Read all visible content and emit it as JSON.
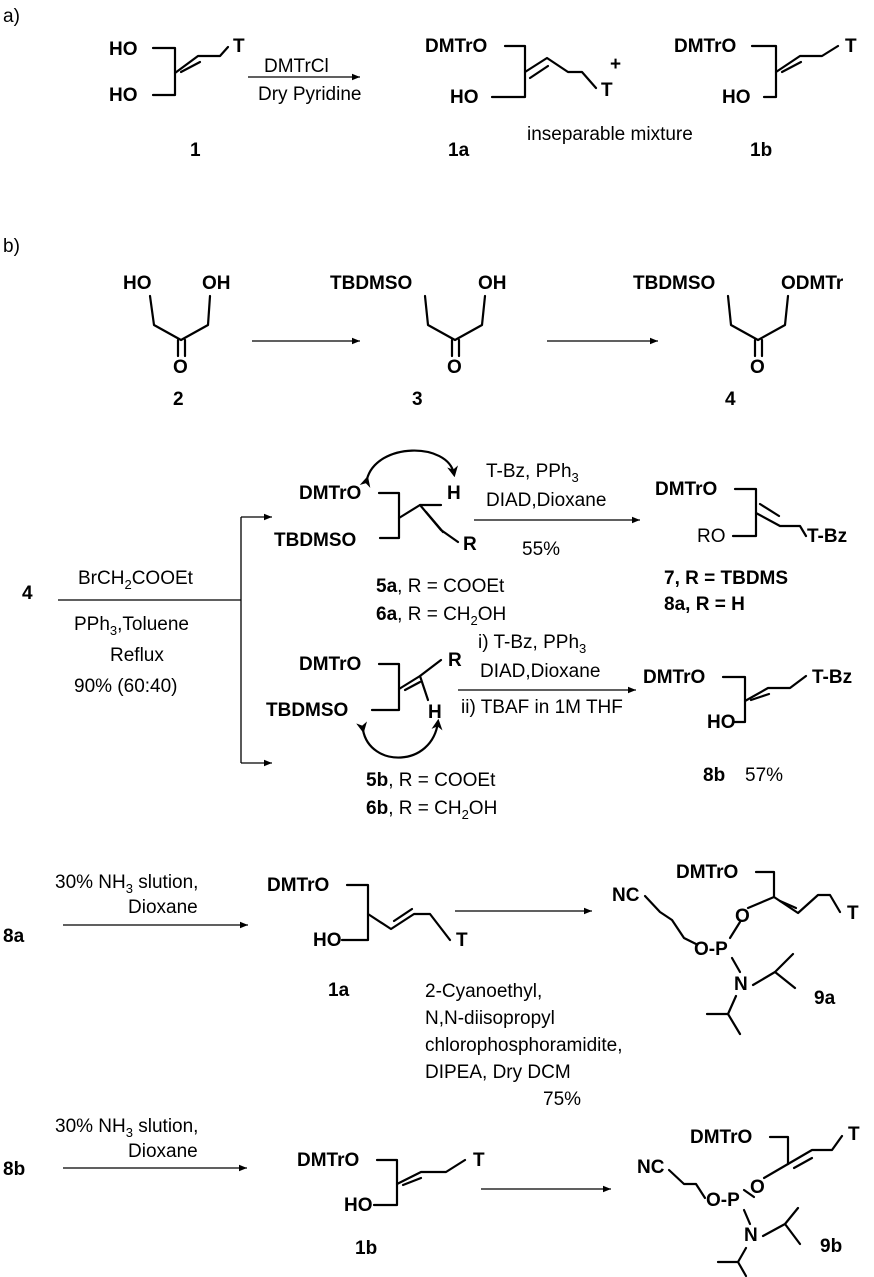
{
  "sections": {
    "a": "a)",
    "b": "b)"
  },
  "groups": {
    "HO": "HO",
    "OH": "OH",
    "O": "O",
    "T": "T",
    "T_Bz": "T-Bz",
    "DMTrO": "DMTrO",
    "ODMTr": "ODMTr",
    "TBDMSO": "TBDMSO",
    "RO": "RO",
    "R": "R",
    "H": "H",
    "NC": "NC",
    "P": "P",
    "N": "N",
    "O_P": "O-P",
    "plus": "+"
  },
  "compounds": {
    "c1": "1",
    "c1a": "1a",
    "c1b": "1b",
    "c2": "2",
    "c3": "3",
    "c4": "4",
    "c7": "7, R = TBDMS",
    "c8a": "8a, R = H",
    "c8b": "8b",
    "c8a_start": "8a",
    "c8b_start": "8b",
    "c9a": "9a",
    "c9b": "9b",
    "c5a_num": "5a",
    "c5a_rest": ", R = COOEt",
    "c6a_num": "6a",
    "c6a_rest": ", R = CH",
    "c5b_num": "5b",
    "c5b_rest": ", R = COOEt",
    "c6b_num": "6b",
    "c6b_rest": ", R = CH",
    "sub2": "2",
    "oh_tail": "OH"
  },
  "conditions": {
    "a_reagent": "DMTrCl",
    "a_solvent": "Dry Pyridine",
    "a_note": "inseparable mixture",
    "wittig_reagent": "BrCH",
    "wittig_sub": "2",
    "wittig_reagent_tail": "COOEt",
    "wittig_solvent_pre": "PPh",
    "wittig_solvent_sub": "3",
    "wittig_solvent_post": ",Toluene",
    "wittig_reflux": "Reflux",
    "wittig_yield": "90% (60:40)",
    "mits_a_1": "T-Bz, PPh",
    "mits_a_1_sub": "3",
    "mits_a_2": "DIAD,Dioxane",
    "mits_a_yield": "55%",
    "mits_b_1": "i) T-Bz, PPh",
    "mits_b_1_sub": "3",
    "mits_b_2": "DIAD,Dioxane",
    "mits_b_3": "ii) TBAF in 1M THF",
    "yield_8b": "57%",
    "ammonia_pre": "30% NH",
    "ammonia_sub": "3",
    "ammonia_post": " slution,",
    "ammonia_solvent": "Dioxane",
    "phos_1": "2-Cyanoethyl,",
    "phos_2": "N,N-diisopropyl",
    "phos_3": "chlorophosphoramidite,",
    "phos_4": "DIPEA, Dry DCM",
    "phos_yield": "75%"
  }
}
